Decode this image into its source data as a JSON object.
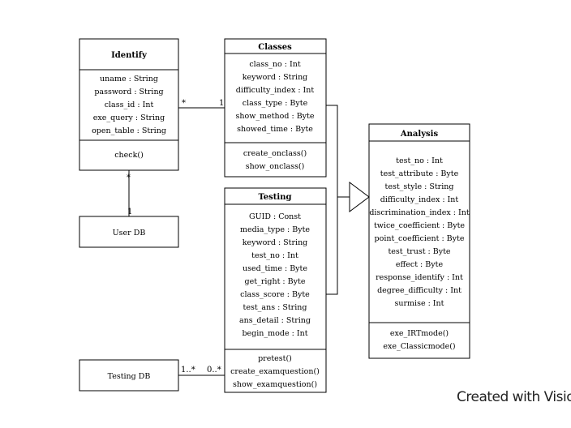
{
  "diagram": {
    "classes": {
      "identify": {
        "name": "Identify",
        "attributes": [
          "uname : String",
          "password : String",
          "class_id : Int",
          "exe_query : String",
          "open_table : String"
        ],
        "methods": [
          "check()"
        ]
      },
      "classes": {
        "name": "Classes",
        "attributes": [
          "class_no : Int",
          "keyword : String",
          "difficulty_index : Int",
          "class_type : Byte",
          "show_method : Byte",
          "showed_time : Byte"
        ],
        "methods": [
          "create_onclass()",
          "show_onclass()"
        ]
      },
      "testing": {
        "name": "Testing",
        "attributes": [
          "GUID : Const",
          "media_type : Byte",
          "keyword : String",
          "test_no : Int",
          "used_time : Byte",
          "get_right : Byte",
          "class_score : Byte",
          "test_ans : String",
          "ans_detail : String",
          "begin_mode : Int"
        ],
        "methods": [
          "pretest()",
          "create_examquestion()",
          "show_examquestion()"
        ]
      },
      "analysis": {
        "name": "Analysis",
        "attributes": [
          "test_no : Int",
          "test_attribute : Byte",
          "test_style : String",
          "difficulty_index : Int",
          "discrimination_index : Int",
          "twice_coefficient : Byte",
          "point_coefficient : Byte",
          "test_trust : Byte",
          "effect : Byte",
          "response_identify : Int",
          "degree_difficulty : Int",
          "surmise : Int"
        ],
        "methods": [
          "exe_IRTmode()",
          "exe_Classicmode()"
        ]
      }
    },
    "simple_boxes": {
      "user_db": "User DB",
      "testing_db": "Testing DB"
    },
    "multiplicities": {
      "identify_classes_near_identify": "*",
      "identify_classes_near_classes": "1",
      "identify_userdb_near_identify": "*",
      "identify_userdb_near_userdb": "1",
      "testingdb_testing_near_testingdb": "1..*",
      "testingdb_testing_near_testing": "0..*"
    },
    "watermark": "Created with Visio"
  }
}
